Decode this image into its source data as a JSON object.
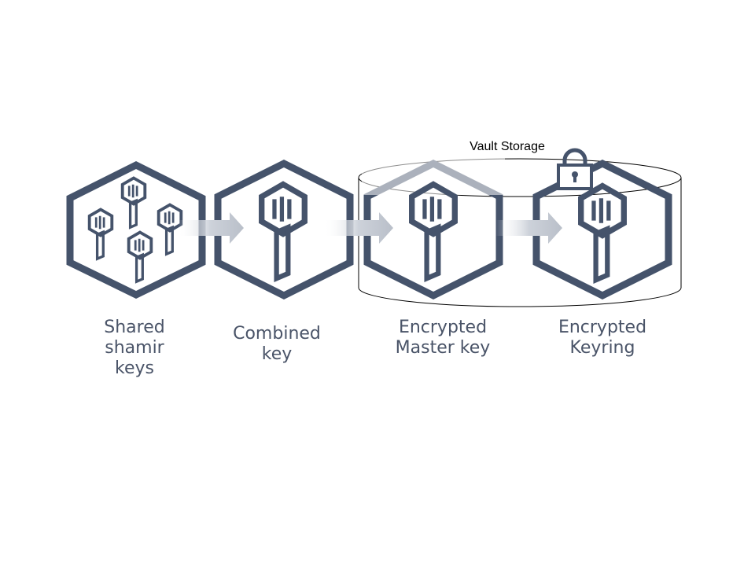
{
  "storage": {
    "label": "Vault Storage"
  },
  "captions": [
    {
      "lines": [
        "Shared",
        "shamir",
        "keys"
      ]
    },
    {
      "lines": [
        "Combined",
        "key"
      ]
    },
    {
      "lines": [
        "Encrypted",
        "Master key"
      ]
    },
    {
      "lines": [
        "Encrypted",
        "Keyring"
      ]
    }
  ],
  "colors": {
    "icon": "#45536b",
    "arrow": "#c9ced6",
    "caption": "#4a5468",
    "outline": "#000000"
  },
  "icons": [
    "hexagon-key-icon",
    "lock-icon",
    "arrow-right-icon"
  ]
}
